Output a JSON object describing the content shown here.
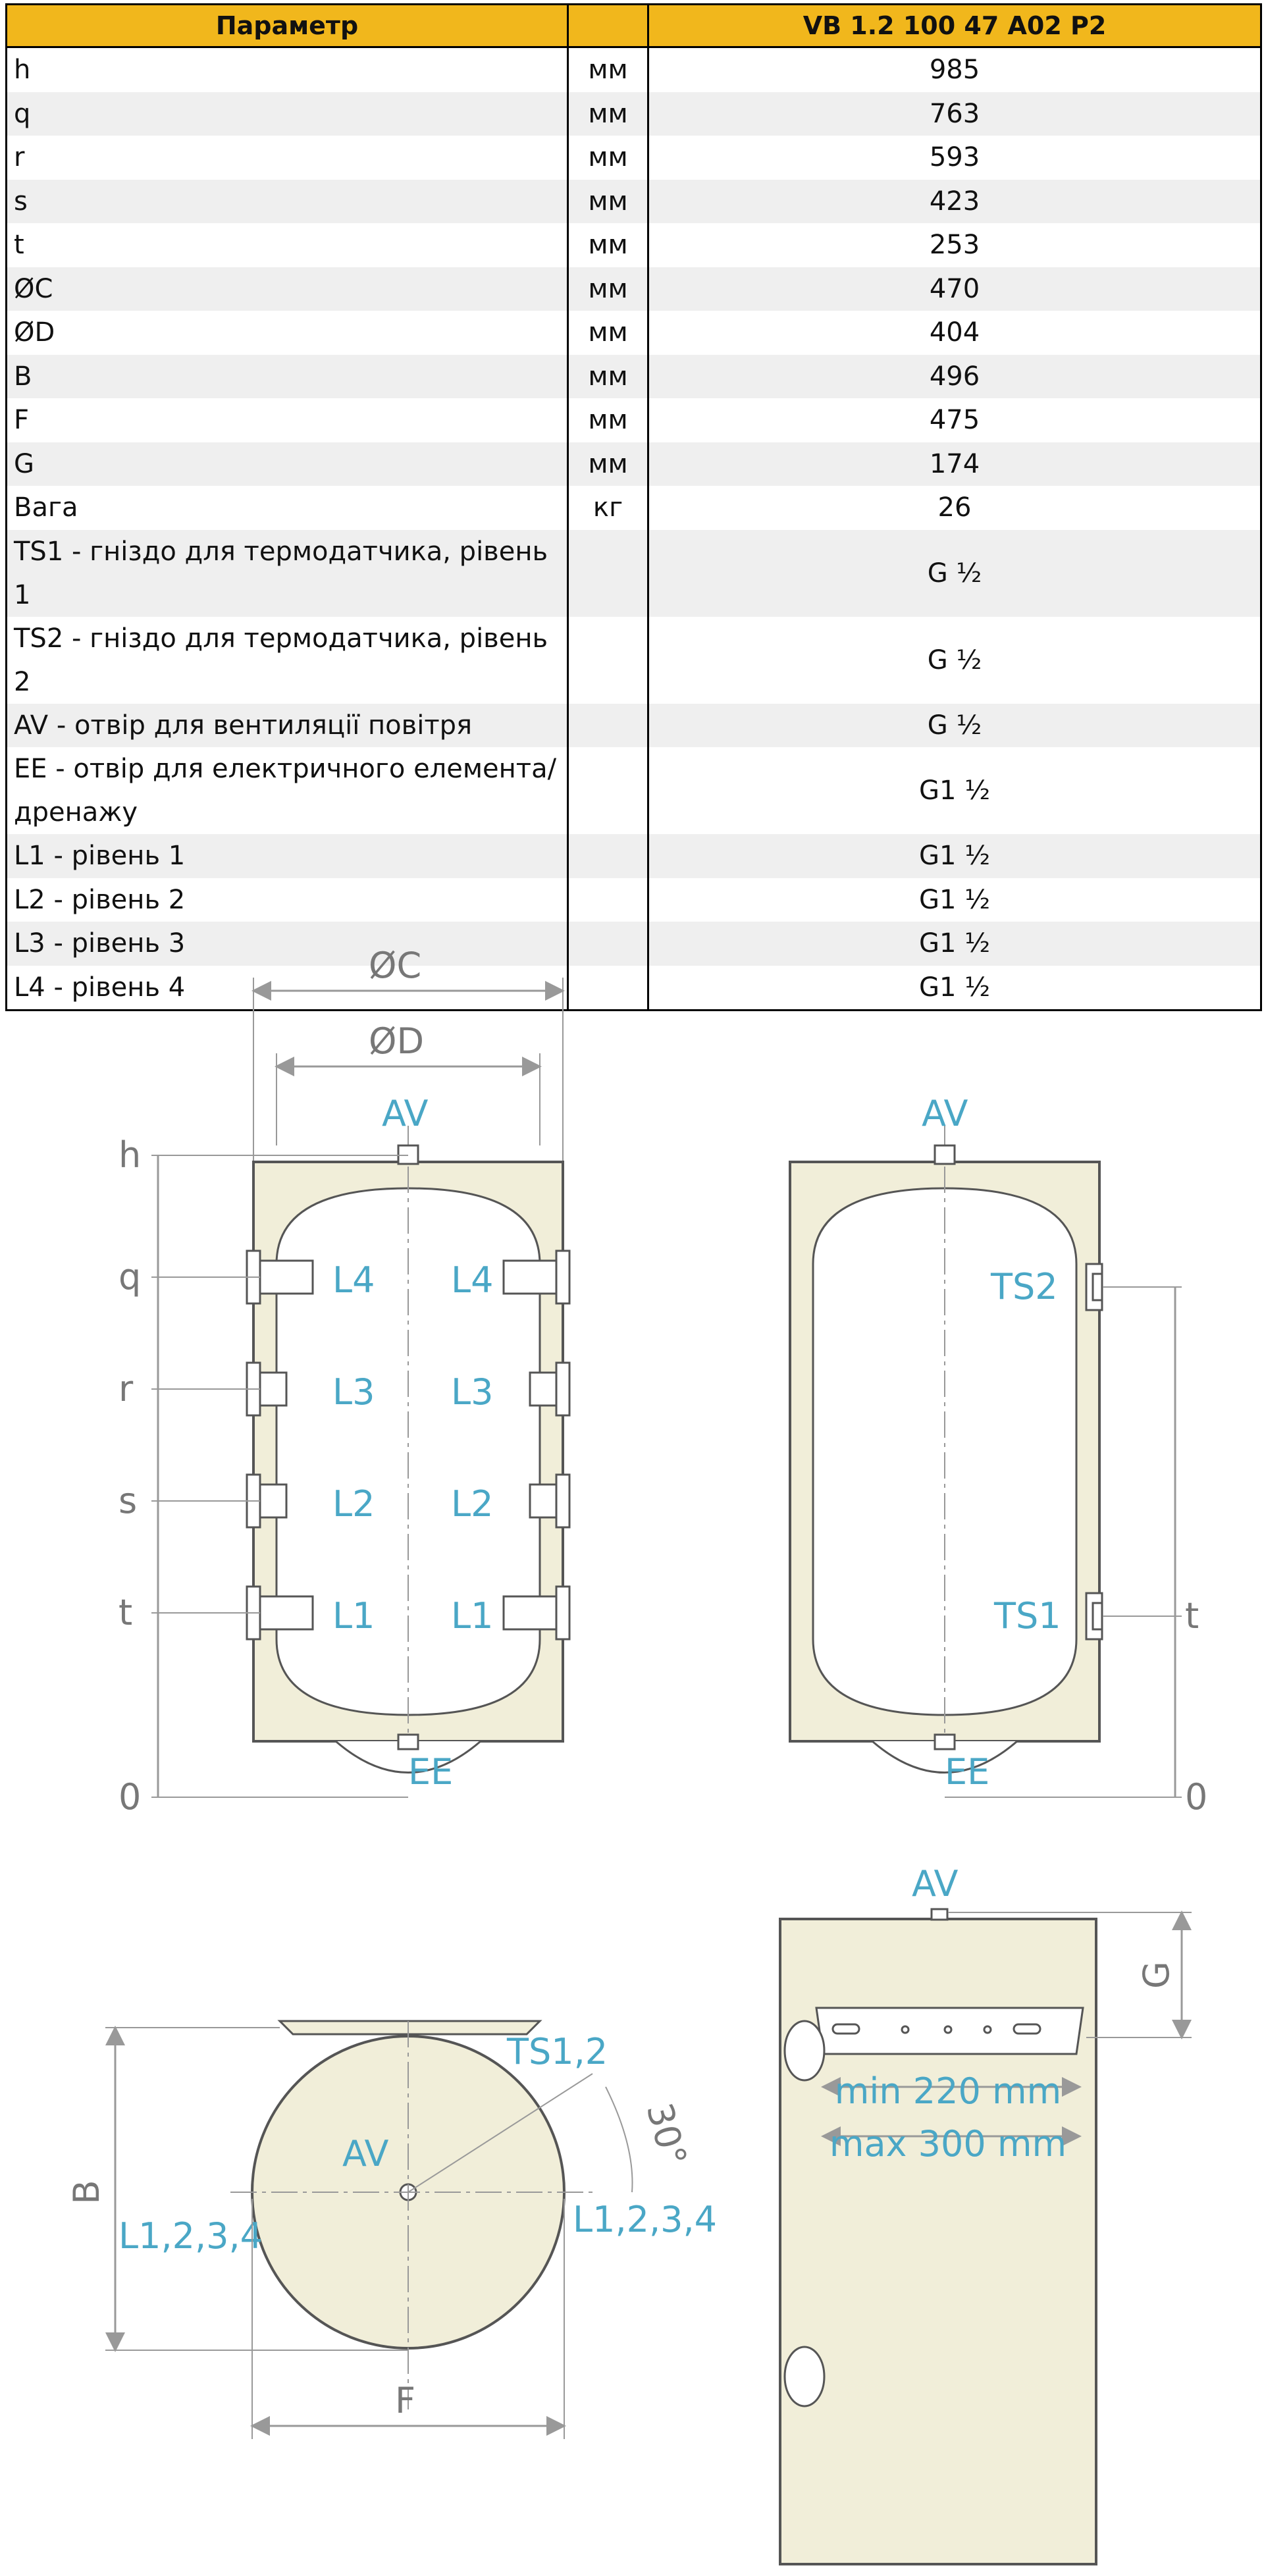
{
  "table": {
    "header": {
      "param": "Параметр",
      "unit": "",
      "value": "VB 1.2 100 47 A02 P2"
    },
    "rows": [
      {
        "param": "h",
        "unit": "мм",
        "value": "985"
      },
      {
        "param": "q",
        "unit": "мм",
        "value": "763"
      },
      {
        "param": "r",
        "unit": "мм",
        "value": "593"
      },
      {
        "param": "s",
        "unit": "мм",
        "value": "423"
      },
      {
        "param": "t",
        "unit": "мм",
        "value": "253"
      },
      {
        "param": "ØC",
        "unit": "мм",
        "value": "470"
      },
      {
        "param": "ØD",
        "unit": "мм",
        "value": "404"
      },
      {
        "param": "B",
        "unit": "мм",
        "value": "496"
      },
      {
        "param": "F",
        "unit": "мм",
        "value": "475"
      },
      {
        "param": "G",
        "unit": "мм",
        "value": "174"
      },
      {
        "param": "Вага",
        "unit": "кг",
        "value": "26"
      },
      {
        "param": "TS1 - гніздо для термодатчика, рівень 1",
        "unit": "",
        "value": "G ½"
      },
      {
        "param": "TS2 - гніздо для термодатчика, рівень 2",
        "unit": "",
        "value": "G ½"
      },
      {
        "param": "AV - отвір для вентиляції повітря",
        "unit": "",
        "value": "G ½"
      },
      {
        "param": "EE - отвір для електричного елемента/дренажу",
        "unit": "",
        "value": "G1 ½"
      },
      {
        "param": "L1 - рівень 1",
        "unit": "",
        "value": "G1 ½"
      },
      {
        "param": "L2 - рівень 2",
        "unit": "",
        "value": "G1 ½"
      },
      {
        "param": "L3 - рівень 3",
        "unit": "",
        "value": "G1 ½"
      },
      {
        "param": "L4 - рівень 4",
        "unit": "",
        "value": "G1 ½"
      }
    ]
  },
  "drawing": {
    "dim_labels": {
      "C": "ØC",
      "D": "ØD",
      "h": "h",
      "q": "q",
      "r": "r",
      "s": "s",
      "t": "t",
      "zero": "0",
      "B": "B",
      "F": "F",
      "G": "G"
    },
    "ports": {
      "AV": "AV",
      "EE": "EE",
      "L1": "L1",
      "L2": "L2",
      "L3": "L3",
      "L4": "L4",
      "TS1": "TS1",
      "TS2": "TS2",
      "TS12": "TS1,2",
      "L1234": "L1,2,3,4"
    },
    "angle": "30°",
    "mount": {
      "min": "min 220 mm",
      "max": "max 300 mm"
    }
  }
}
